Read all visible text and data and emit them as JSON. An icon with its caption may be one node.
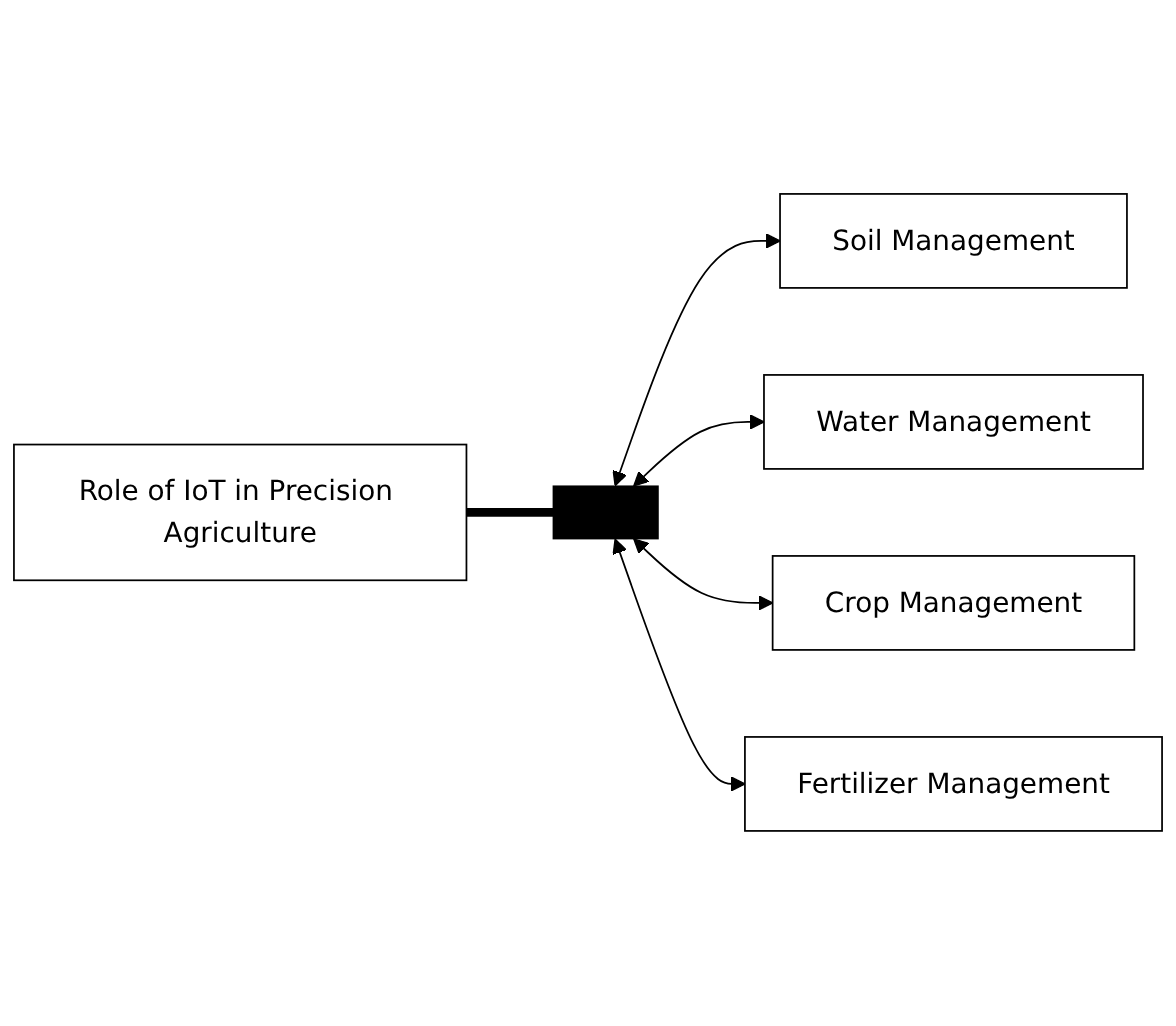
{
  "diagram": {
    "nodes": [
      {
        "text": [
          "Role of IoT in Precision Agriculture"
        ]
      },
      {
        "text": [],
        "shape": "bar"
      },
      {
        "text": [
          "Soil Management"
        ]
      },
      {
        "text": [
          "Water Management"
        ]
      },
      {
        "text": [
          "Crop Management"
        ]
      },
      {
        "text": [
          "Fertilizer Management"
        ]
      }
    ],
    "edges": [
      {
        "from": 0,
        "to": 1,
        "arrow": "none",
        "style": "thick"
      },
      {
        "from": 1,
        "to": 2,
        "arrow": "both"
      },
      {
        "from": 1,
        "to": 3,
        "arrow": "both"
      },
      {
        "from": 1,
        "to": 4,
        "arrow": "both"
      },
      {
        "from": 1,
        "to": 5,
        "arrow": "both"
      }
    ]
  }
}
